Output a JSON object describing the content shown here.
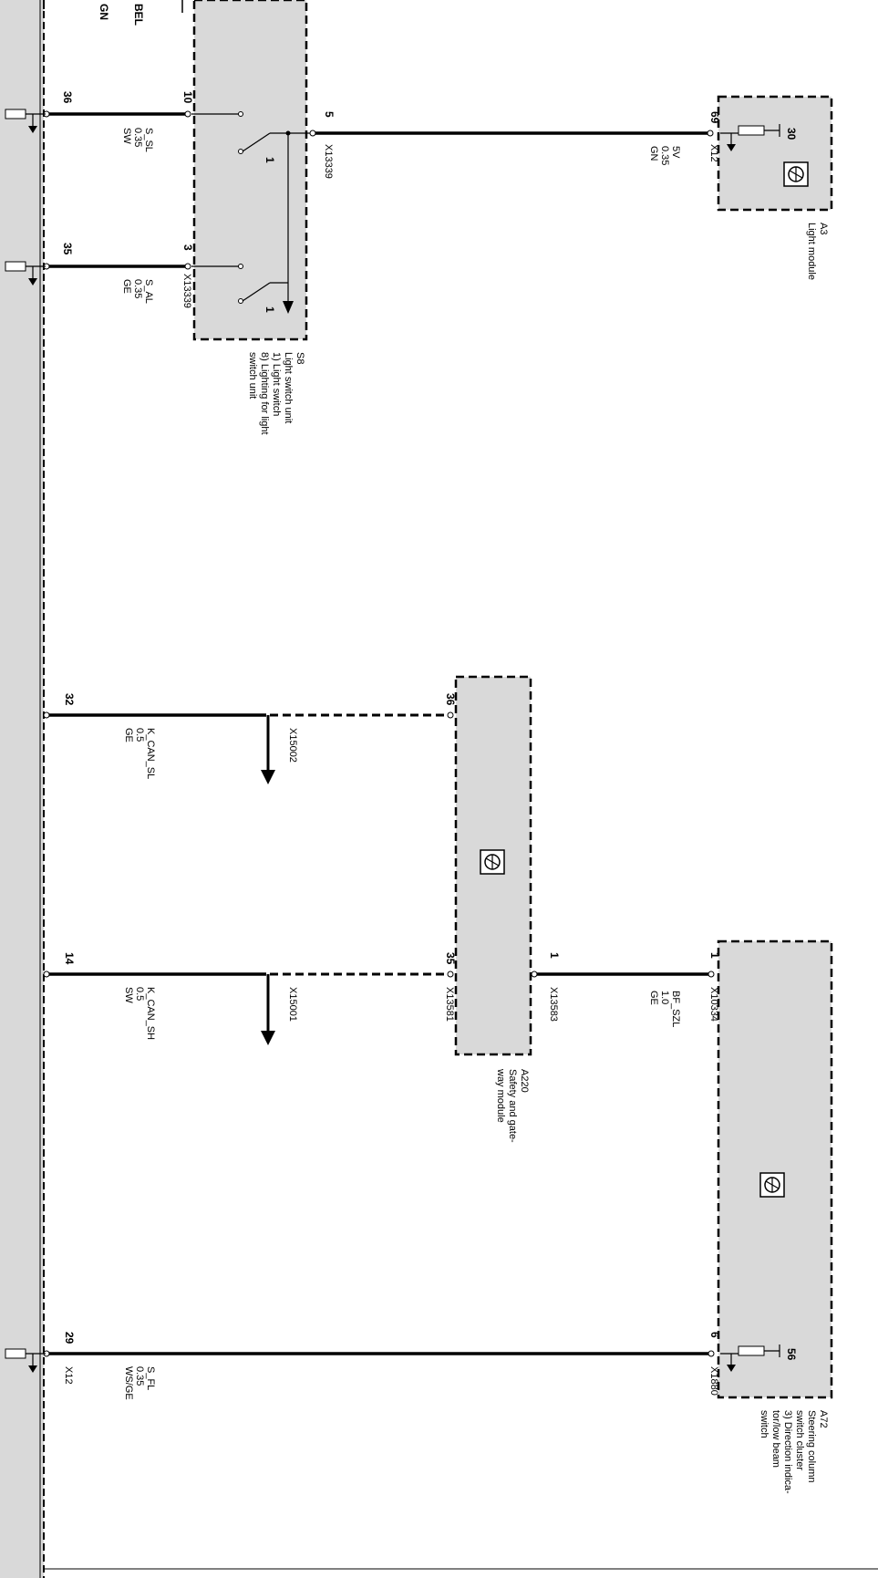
{
  "modules": {
    "a3": {
      "id": "A3",
      "name": "Light module",
      "pin_label": "69",
      "connector": "X12",
      "internal_pin": "30"
    },
    "s8": {
      "id": "S8",
      "desc_lines": [
        "Light switch unit",
        "1) Light switch",
        "8) Lighting for light",
        "switch unit"
      ],
      "pin_top": "10",
      "pin_bottom": "3",
      "pin_right": "5",
      "connector": "X13339",
      "connector_right": "X13339",
      "contact_label": "1"
    },
    "a220": {
      "id": "A220",
      "desc_lines": [
        "Safety and gate-",
        "way module"
      ],
      "pin_top": "36",
      "pin_mid": "35",
      "pin_right": "1",
      "connector": "X13581",
      "connector_right": "X13583"
    },
    "a72": {
      "id": "A72",
      "desc_lines": [
        "Steering column",
        "switch cluster",
        "3) Direction indica-",
        "tor/low beam",
        "switch"
      ],
      "pin_top": "1",
      "pin_bottom": "6",
      "connector_top": "X10334",
      "connector_bottom": "X1880",
      "internal_pin": "56"
    }
  },
  "left_edge": {
    "top_labels": [
      "BEL",
      "GN"
    ],
    "connector": "X12"
  },
  "wires": [
    {
      "pin": "36",
      "signal": "S_SL",
      "gauge": "0.35",
      "color": "SW"
    },
    {
      "pin": "35",
      "signal": "S_AL",
      "gauge": "0.35",
      "color": "GE"
    },
    {
      "pin": "32",
      "signal": "K_CAN_SL",
      "gauge": "0.5",
      "color": "GE",
      "splice": "X15002"
    },
    {
      "pin": "14",
      "signal": "K_CAN_SH",
      "gauge": "0.5",
      "color": "SW",
      "splice": "X15001"
    },
    {
      "pin": "29",
      "signal": "S_FL",
      "gauge": "0.35",
      "color": "WS/GE"
    }
  ],
  "a3_wire": {
    "signal": "5V",
    "gauge": "0.35",
    "color": "GN"
  },
  "a72_wire": {
    "signal": "BF_SZL",
    "gauge": "1.0",
    "color": "GE"
  }
}
